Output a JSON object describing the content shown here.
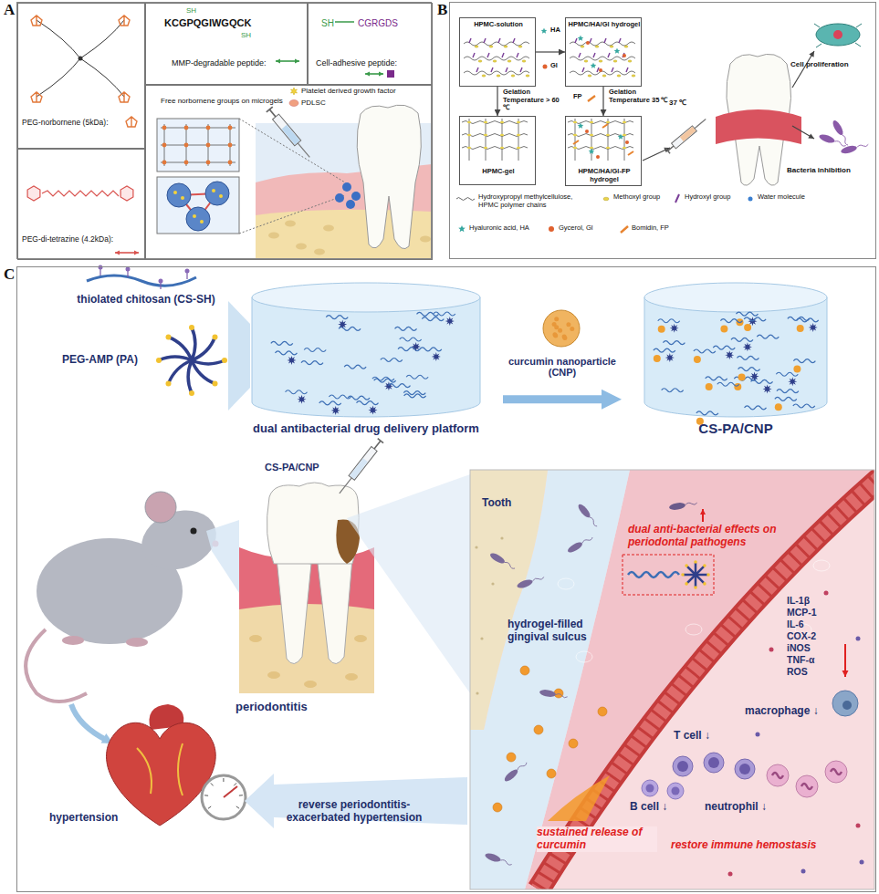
{
  "diagram": {
    "nodes": [
      {
        "text": [
          "A"
        ]
      },
      {
        "text": [
          "PEG-norbornene (5kDa):"
        ],
        "in": 0
      },
      {
        "text": [
          "SH",
          "KCGPQGIWGQCK",
          "SH",
          "MMP-degradable peptide:"
        ],
        "in": 0
      },
      {
        "text": [
          "SH",
          "CGRGDS",
          "Cell-adhesive peptide:"
        ],
        "in": 0
      },
      {
        "text": [
          "PEG-di-tetrazine (4.2kDa):"
        ],
        "in": 0
      },
      {
        "text": [
          "Free norbornene groups on microgels"
        ],
        "in": 0
      },
      {
        "text": [
          "B"
        ]
      },
      {
        "text": [
          "HPMC-solution"
        ],
        "in": 6
      },
      {
        "text": [
          "HPMC/HA/Gl hydrogel"
        ],
        "in": 6
      },
      {
        "text": [
          "HPMC-gel"
        ],
        "in": 6
      },
      {
        "text": [
          "HPMC/HA/Gl-FP hydrogel"
        ],
        "in": 6
      },
      {
        "text": [
          "C"
        ]
      },
      {
        "text": [
          "dual antibacterial drug delivery platform"
        ],
        "in": 11
      },
      {
        "text": [
          "CS-PA/CNP"
        ],
        "in": 11
      }
    ],
    "edges": [
      {
        "from": 7,
        "to": 8,
        "arrow": "to"
      },
      {
        "from": 7,
        "to": 9,
        "label": "Gelation Temperature > 60 ℃",
        "arrow": "to"
      },
      {
        "from": 8,
        "to": 10,
        "label": "Gelation Temperature 35 ℃",
        "arrow": "to"
      },
      {
        "from": 12,
        "to": 13,
        "label": "curcumin nanoparticle (CNP)",
        "arrow": "to"
      }
    ],
    "labels": [
      "HA",
      "Gl",
      "FP",
      "37 ℃",
      "Cell proliferation",
      "Bacteria inhibition",
      "thiolated chitosan (CS-SH)",
      "PEG-AMP (PA)",
      "CS-PA/CNP",
      "periodontitis",
      "hypertension",
      "reverse periodontitis-exacerbated hypertension",
      "Tooth",
      "dual anti-bacterial effects on periodontal pathogens",
      "hydrogel-filled gingival sulcus",
      "IL-1β",
      "MCP-1",
      "IL-6",
      "COX-2",
      "iNOS",
      "TNF-α",
      "ROS",
      "macrophage ↓",
      "T cell ↓",
      "B cell ↓",
      "neutrophil ↓",
      "sustained release of curcumin",
      "restore immune hemostasis"
    ],
    "legend": [
      {
        "text": "Platelet derived growth factor"
      },
      {
        "text": "PDLSC"
      },
      {
        "text": "Hydroxypropyl methylcellulose, HPMC polymer chains"
      },
      {
        "text": "Methoxyl group"
      },
      {
        "text": "Hydroxyl group"
      },
      {
        "text": "Water molecule"
      },
      {
        "text": "Hyaluronic acid, HA"
      },
      {
        "text": "Gycerol, Gl"
      },
      {
        "text": "Bomidin, FP"
      }
    ]
  }
}
